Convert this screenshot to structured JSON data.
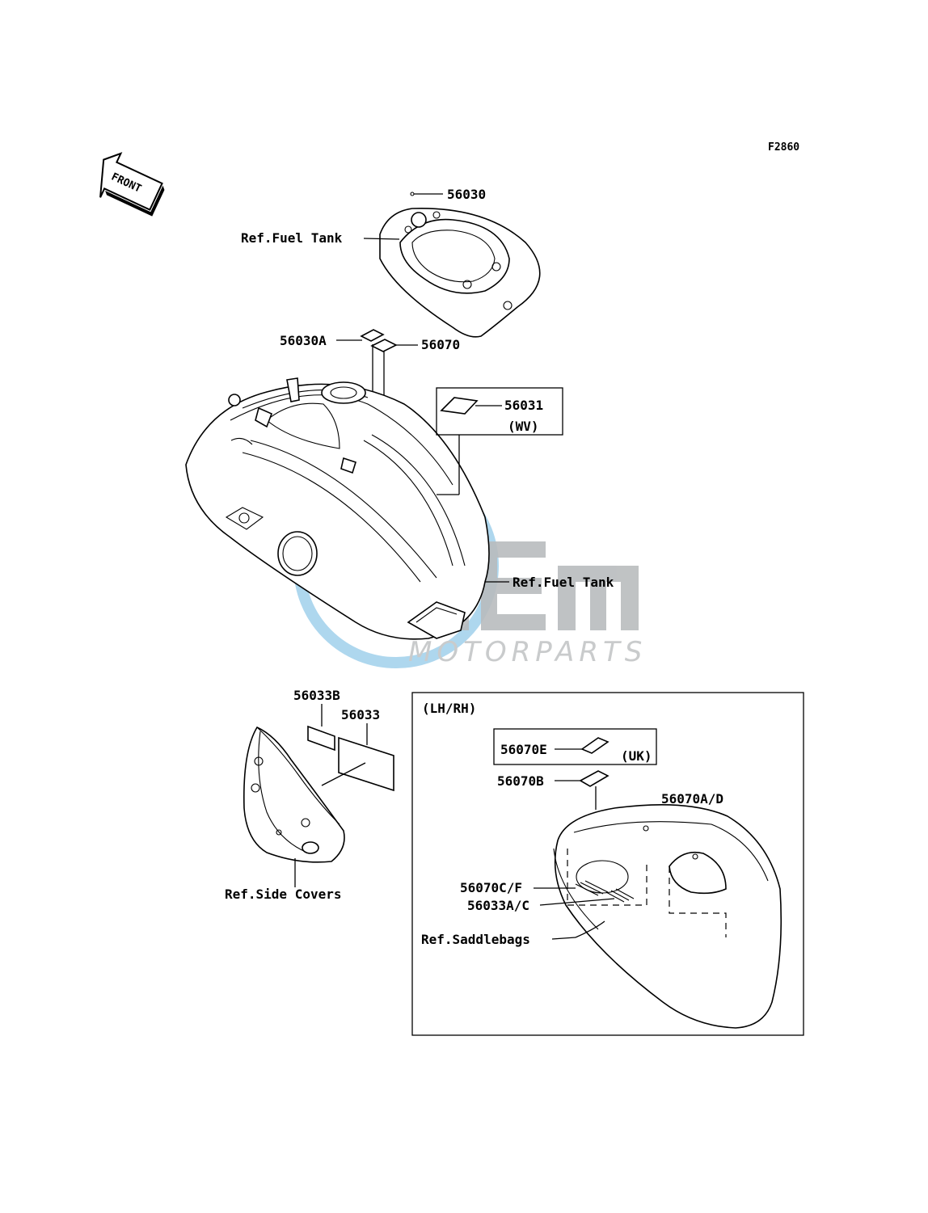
{
  "figure_code": "F2860",
  "front_arrow_text": "FRONT",
  "watermark": {
    "brand": "OEM",
    "sub": "MOTORPARTS",
    "globe_color": "#aed7ee",
    "letters_color": "#b9bcbe",
    "sub_color": "#c9cbcc"
  },
  "labels": {
    "p56030": "56030",
    "ref_fuel_tank_top": "Ref.Fuel Tank",
    "p56030A": "56030A",
    "p56070": "56070",
    "p56031": "56031",
    "wv": "(WV)",
    "ref_fuel_tank_right": "Ref.Fuel Tank",
    "p56033B": "56033B",
    "p56033": "56033",
    "ref_side_covers": "Ref.Side Covers"
  },
  "inset": {
    "title": "(LH/RH)",
    "p56070E": "56070E",
    "uk": "(UK)",
    "p56070B": "56070B",
    "p56070AD": "56070A/D",
    "p56070CF": "56070C/F",
    "p56033AC": "56033A/C",
    "ref_saddlebags": "Ref.Saddlebags"
  }
}
